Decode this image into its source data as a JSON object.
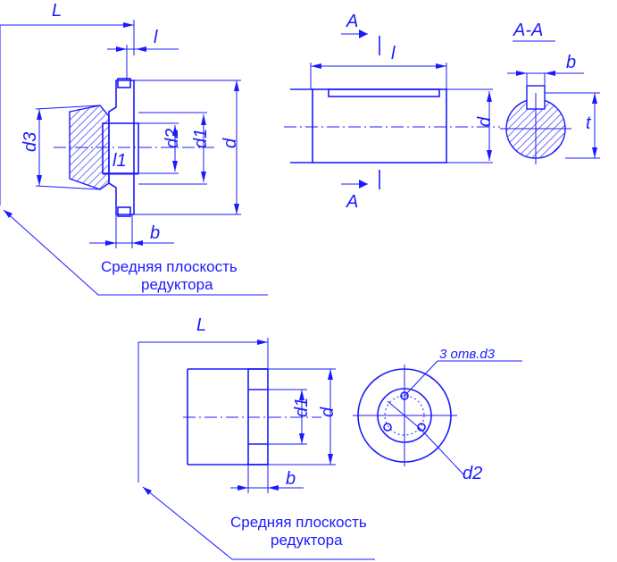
{
  "colors": {
    "line": "#1a1aff",
    "panel_bg": "#ffffff",
    "outer_bg": "#ffffff"
  },
  "top_left": {
    "L": "L",
    "l": "l",
    "d3": "d3",
    "d2": "d2",
    "d1": "d1",
    "d": "d",
    "l1": "l1",
    "b": "b",
    "caption_line1": "Средняя плоскость",
    "caption_line2": "редуктора"
  },
  "top_right": {
    "A_top": "A",
    "l": "l",
    "d": "d",
    "A_bottom": "A",
    "section_title": "A-A",
    "b": "b",
    "t": "t"
  },
  "bottom": {
    "L": "L",
    "d1": "d1",
    "d": "d",
    "b": "b",
    "holes": "3 отв.d3",
    "d2": "d2",
    "caption_line1": "Средняя плоскость",
    "caption_line2": "редуктора"
  }
}
